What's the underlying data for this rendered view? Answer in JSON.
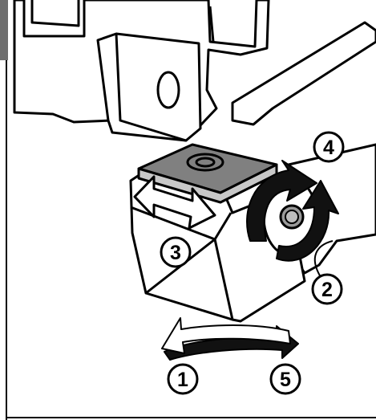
{
  "callouts": [
    {
      "id": "1",
      "label": "1"
    },
    {
      "id": "2",
      "label": "2"
    },
    {
      "id": "3",
      "label": "3"
    },
    {
      "id": "4",
      "label": "4"
    },
    {
      "id": "5",
      "label": "5"
    }
  ],
  "colors": {
    "stroke": "#000000",
    "fill": "#ffffff",
    "pad_top": "#808080",
    "dark_tab": "#6e6e6e"
  },
  "icons": [
    "move-arrow-icon",
    "rotate-arrow-icon",
    "swing-arrow-icon"
  ]
}
